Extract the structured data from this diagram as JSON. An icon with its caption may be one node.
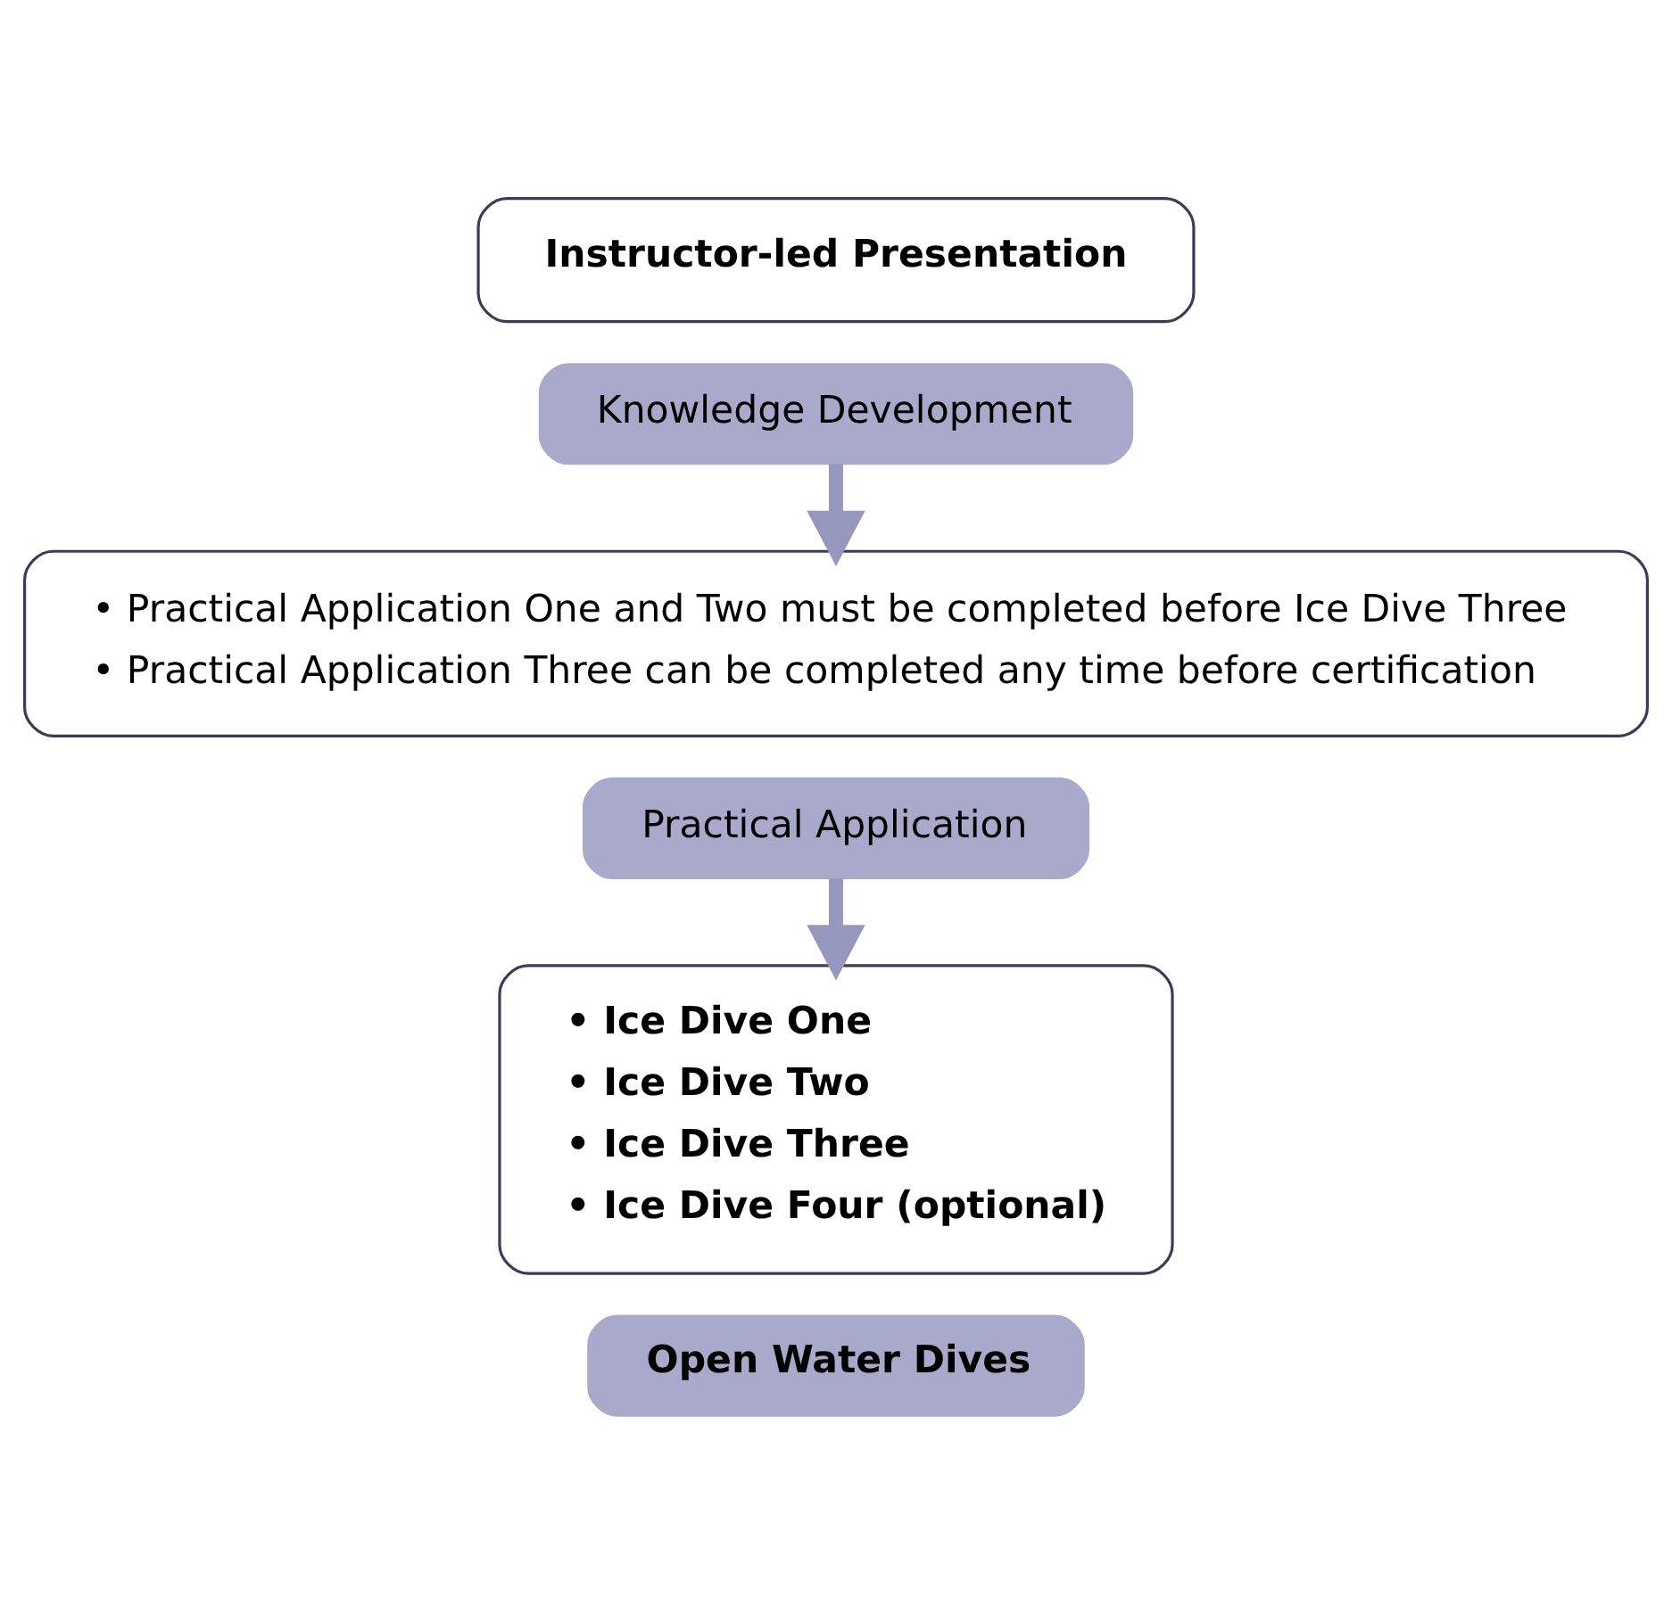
{
  "diagram": {
    "nodes": [
      {
        "text": [
          "Instructor-led Presentation"
        ]
      },
      {
        "text": [
          "Knowledge Development"
        ]
      },
      {
        "text": [
          "• Practical Application One and Two must be completed before Ice Dive Three",
          "• Practical Application Three can be completed any time before certification"
        ]
      },
      {
        "text": [
          "Practical Application"
        ]
      },
      {
        "text": [
          "• Ice Dive One",
          "• Ice Dive Two",
          "• Ice Dive Three",
          "• Ice Dive Four (optional)"
        ]
      },
      {
        "text": [
          "Open Water Dives"
        ]
      }
    ],
    "edges": [
      {
        "from": 1,
        "to": 2,
        "arrow": "to"
      },
      {
        "from": 3,
        "to": 4,
        "arrow": "to"
      }
    ]
  }
}
